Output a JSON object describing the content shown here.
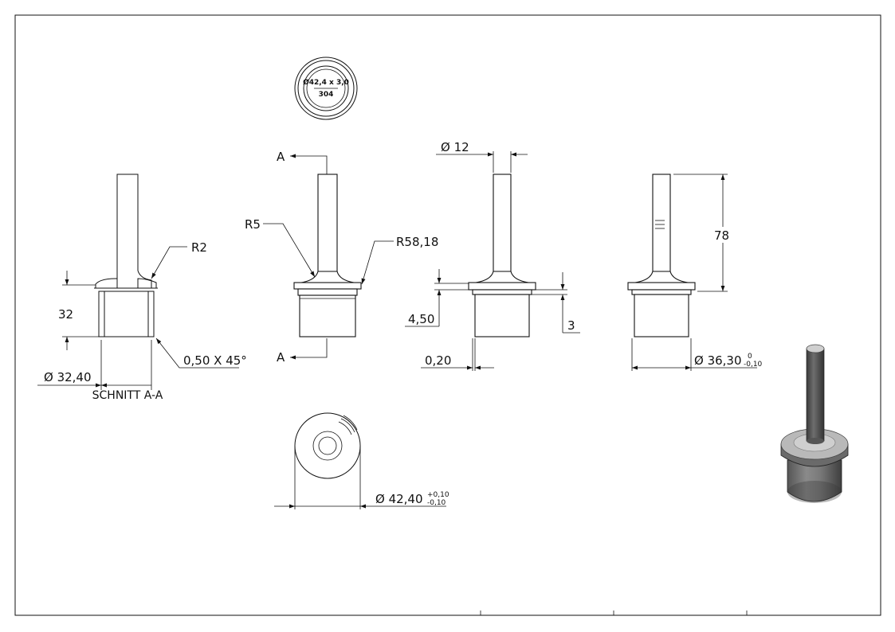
{
  "frame": {
    "border_color": "#111111"
  },
  "section_view": {
    "title": "SCHNITT A-A",
    "dim_radius": "R2",
    "dim_height": "32",
    "dim_diameter": "Ø 32,40",
    "dim_chamfer": "0,50 X 45°"
  },
  "front_view": {
    "section_mark_top": "A",
    "section_mark_bottom": "A",
    "dim_radius_fillet": "R5",
    "dim_radius_flange": "R58,18"
  },
  "side_view": {
    "dim_pin_diameter": "Ø 12",
    "dim_flange_thickness": "4,50",
    "dim_step": "3",
    "dim_gap": "0,20"
  },
  "right_view": {
    "dim_length": "78",
    "dim_diameter": "Ø 36,30",
    "tol_upper": "0",
    "tol_lower": "-0,10"
  },
  "top_view": {
    "engraving_line1": "Ø42,4 x 3,0",
    "engraving_line2": "304"
  },
  "bottom_view": {
    "dim_diameter": "Ø 42,40",
    "tol_upper": "+0,10",
    "tol_lower": "-0,10"
  },
  "iso_view": {
    "shade_dark": "#4a4a4a",
    "shade_mid": "#8a8a8a",
    "shade_light": "#c8c8c8"
  }
}
